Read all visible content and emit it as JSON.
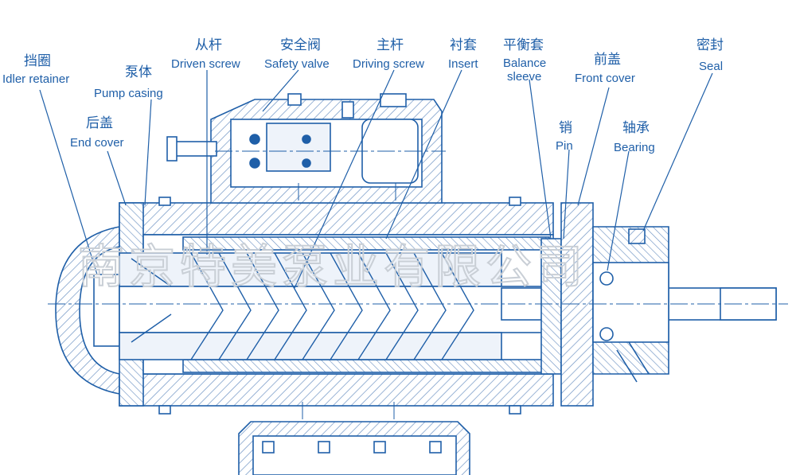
{
  "labels": {
    "idler_retainer": {
      "cn": "挡圈",
      "en": "Idler retainer"
    },
    "pump_casing": {
      "cn": "泵体",
      "en": "Pump casing"
    },
    "end_cover": {
      "cn": "后盖",
      "en": "End cover"
    },
    "driven_screw": {
      "cn": "从杆",
      "en": "Driven screw"
    },
    "safety_valve": {
      "cn": "安全阀",
      "en": "Safety valve"
    },
    "driving_screw": {
      "cn": "主杆",
      "en": "Driving screw"
    },
    "insert": {
      "cn": "衬套",
      "en": "Insert"
    },
    "balance_sleeve": {
      "cn": "平衡套",
      "en1": "Balance",
      "en2": "sleeve"
    },
    "front_cover": {
      "cn": "前盖",
      "en": "Front cover"
    },
    "pin": {
      "cn": "销",
      "en": "Pin"
    },
    "bearing": {
      "cn": "轴承",
      "en": "Bearing"
    },
    "seal": {
      "cn": "密封",
      "en": "Seal"
    }
  },
  "watermark": "南京特美泵业有限公司",
  "colors": {
    "line": "#1f5fa8",
    "hatch": "#6f94c4",
    "fill": "#dbe6f3",
    "label": "#1f5fa8",
    "watermark": "#c9cfd6"
  }
}
